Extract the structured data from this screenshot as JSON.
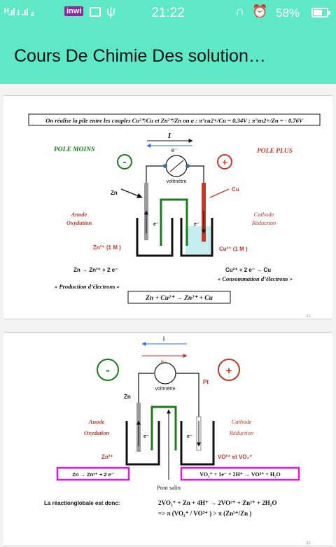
{
  "status_bar": {
    "signal_text": "ᴴ.ıl ı .ıl ₂",
    "carrier": "inwi",
    "usb_glyph": "ψ",
    "time": "21:22",
    "headphone_glyph": "∩",
    "alarm_glyph": "⏰",
    "battery": "58%",
    "battery_level": 0.58
  },
  "app_bar": {
    "title": "Cours De Chimie Des solution…"
  },
  "slide1": {
    "header_text": "On réalise la pile entre les couples Cu²⁺/Cu et Zn²⁺/Zn on a : π°cu2+/Cu = 0,34V ; π°zn2+/Zn = - 0,76V",
    "current_label": "I",
    "electron_label": "e⁻",
    "pole_moins": "POLE MOINS",
    "pole_plus": "POLE PLUS",
    "minus_sign": "-",
    "plus_sign": "+",
    "voltmeter": "voltmètre",
    "zn_label": "Zn",
    "cu_label": "Cu",
    "anode": "Anode",
    "oxydation": "Oxydation",
    "cathode": "Cathode",
    "reduction": "Réduction",
    "e_left": "e⁻",
    "e_right": "e⁻",
    "zn_ion": "Zn²⁺ (1 M )",
    "cu_ion": "Cu²⁺ (1 M )",
    "zn_half": "Zn → Zn²⁺ + 2 e⁻",
    "cu_half": "Cu²⁺ + 2 e⁻ → Cu",
    "production": "« Production d’électrons »",
    "consommation": "« Consommation d’électrons »",
    "global": "Zn  + Cu²⁺ → Zn²⁺ + Cu",
    "page_number": "31"
  },
  "slide2": {
    "current_label": "I",
    "electron_label": "e⁻",
    "minus_sign": "-",
    "plus_sign": "+",
    "voltmeter": "voltmètre",
    "pt_label": "Pt",
    "zn_label": "Zn",
    "anode": "Anode",
    "oxydation": "Oxydation",
    "cathode": "Cathode",
    "reduction": "Réduction",
    "e_left": "e⁻",
    "e_right": "e⁻",
    "zn_ion": "Zn²⁺",
    "vo_ions": "VO²⁺ et VO₂⁺",
    "zn_half": "Zn → Zn²⁺ + 2 e⁻",
    "vo_half": "VO₂⁺ + 1e⁻ + 2H⁺ → VO²⁺ + H₂O",
    "pont": "Pont salin",
    "reaction_label": "La réactionglobale est donc:",
    "reaction": "2VO₂⁺ + Zn + 4H⁺ → 2VO²⁺ + Zn²⁺ + 2H₂O",
    "comparison": "=> π (VO₂⁺ / VO²⁺ ) >  π (Zn²⁺/Zn )",
    "page_number": "32"
  },
  "colors": {
    "accent": "#5ee8c6",
    "green": "#1b7a1b",
    "red": "#c0392b",
    "magenta": "#e01ad8",
    "blue": "#2f6fcf",
    "solution_blue": "#c4eef2"
  }
}
